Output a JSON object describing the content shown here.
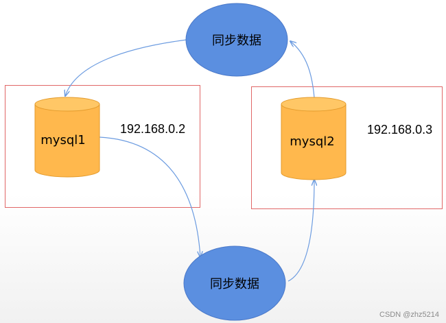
{
  "nodes": {
    "sync_top": {
      "label": "同步数据"
    },
    "sync_bottom": {
      "label": "同步数据"
    },
    "db1": {
      "label": "mysql1",
      "ip": "192.168.0.2"
    },
    "db2": {
      "label": "mysql2",
      "ip": "192.168.0.3"
    }
  },
  "watermark": "CSDN @zhz5214",
  "colors": {
    "ellipse_fill": "#5b8fe0",
    "ellipse_stroke": "#4a78c8",
    "cylinder_fill": "#ffb84d",
    "cylinder_top": "#ffc766",
    "cylinder_stroke": "#e39a2b",
    "arrow": "#6b9be0",
    "box_border": "#e06666"
  }
}
